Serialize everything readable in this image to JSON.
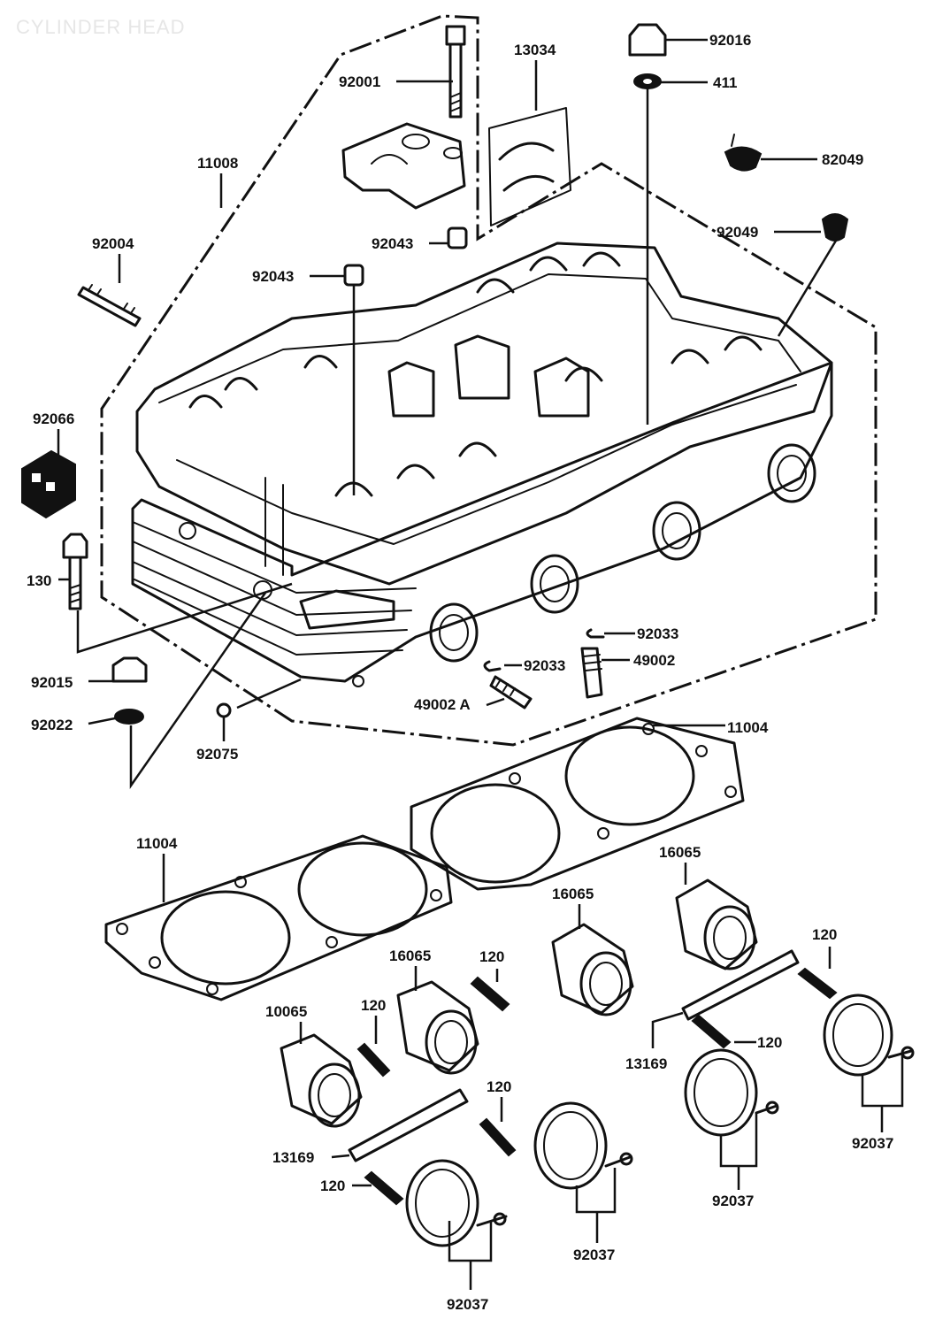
{
  "title": "CYLINDER HEAD",
  "labels": {
    "p92001": "92001",
    "p13034": "13034",
    "p92016": "92016",
    "p411": "411",
    "p82049": "82049",
    "p92049": "92049",
    "p11008": "11008",
    "p92004": "92004",
    "p92043a": "92043",
    "p92043b": "92043",
    "p92066": "92066",
    "p130": "130",
    "p92015": "92015",
    "p92022": "92022",
    "p92075": "92075",
    "p92033a": "92033",
    "p92033b": "92033",
    "p49002": "49002",
    "p49002a": "49002 A",
    "p11004a": "11004",
    "p11004b": "11004",
    "p16065a": "16065",
    "p16065b": "16065",
    "p16065c": "16065",
    "p10065": "10065",
    "p120a": "120",
    "p120b": "120",
    "p120c": "120",
    "p120d": "120",
    "p120e": "120",
    "p120f": "120",
    "p13169a": "13169",
    "p13169b": "13169",
    "p92037a": "92037",
    "p92037b": "92037",
    "p92037c": "92037",
    "p92037d": "92037"
  },
  "colors": {
    "ink": "#111111",
    "paper": "#ffffff",
    "title": "#e6e6e6"
  }
}
